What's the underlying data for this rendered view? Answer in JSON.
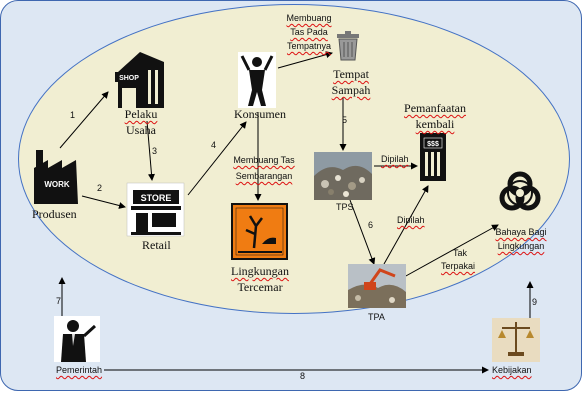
{
  "nodes": {
    "produsen": "Produsen",
    "pelaku_usaha_1": "Pelaku",
    "pelaku_usaha_2": "Usaha",
    "retail": "Retail",
    "konsumen": "Konsumen",
    "tempat_sampah_1": "Tempat",
    "tempat_sampah_2": "Sampah",
    "pemanfaatan_1": "Pemanfaatan",
    "pemanfaatan_2": "kembali",
    "tps": "TPS",
    "tpa": "TPA",
    "lingkungan_1": "Lingkungan",
    "lingkungan_2": "Tercemar",
    "bahaya_1": "Bahaya Bagi",
    "bahaya_2": "Lingkungan",
    "pemerintah": "Pemerintah",
    "kebijakan": "Kebijakan"
  },
  "edge_labels": {
    "membuang_tas_tempat_1": "Membuang",
    "membuang_tas_tempat_2": "Tas Pada",
    "membuang_tas_tempat_3": "Tempatnya",
    "membuang_sembarangan_1": "Membuang Tas",
    "membuang_sembarangan_2": "Sembarangan",
    "dipilah_tps": "Dipilah",
    "dipilah_tpa": "Dipilah",
    "tak_terpakai_1": "Tak",
    "tak_terpakai_2": "Terpakai"
  },
  "icon_text": {
    "work": "WORK",
    "shop": "SHOP",
    "store": "STORE",
    "money": "$$$"
  },
  "numbers": {
    "n1": "1",
    "n2": "2",
    "n3": "3",
    "n4": "4",
    "n5": "5",
    "n6": "6",
    "n7": "7",
    "n8": "8",
    "n9": "9"
  },
  "colors": {
    "frame": "#dde7f3",
    "oval": "#f1eed2",
    "oval_border": "#4472c4",
    "hazard_orange": "#f07c12",
    "arrow": "#000000"
  }
}
